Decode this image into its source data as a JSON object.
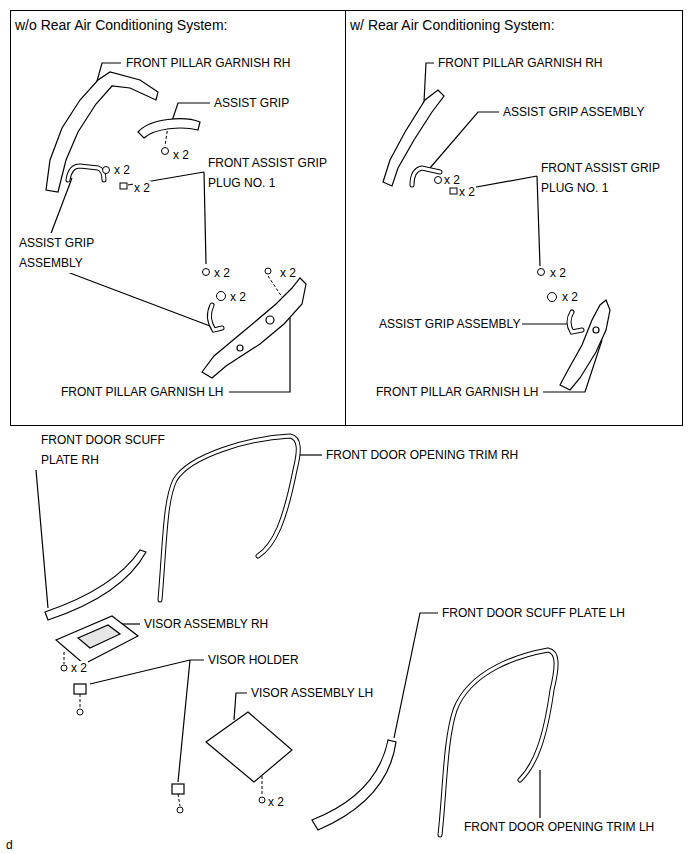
{
  "diagram": {
    "nodes": [
      {
        "text": [
          "w/o Rear Air Conditioning System:"
        ]
      },
      {
        "text": [
          "w/ Rear Air Conditioning System:"
        ]
      }
    ],
    "labels": [
      "FRONT PILLAR GARNISH RH",
      "ASSIST GRIP",
      "x 2",
      "FRONT ASSIST GRIP PLUG NO. 1",
      "x 2",
      "x 2",
      "ASSIST GRIP ASSEMBLY",
      "x 2",
      "x 2",
      "x 2",
      "FRONT PILLAR GARNISH LH",
      "FRONT PILLAR GARNISH RH",
      "ASSIST GRIP ASSEMBLY",
      "FRONT ASSIST GRIP PLUG NO. 1",
      "x 2",
      "x 2",
      "x 2",
      "x 2",
      "ASSIST GRIP ASSEMBLY",
      "FRONT PILLAR GARNISH LH",
      "FRONT DOOR SCUFF PLATE RH",
      "FRONT DOOR OPENING TRIM RH",
      "VISOR ASSEMBLY RH",
      "VISOR HOLDER",
      "x 2",
      "VISOR ASSEMBLY LH",
      "FRONT DOOR SCUFF PLATE LH",
      "x 2",
      "FRONT DOOR OPENING TRIM LH",
      "d"
    ]
  }
}
